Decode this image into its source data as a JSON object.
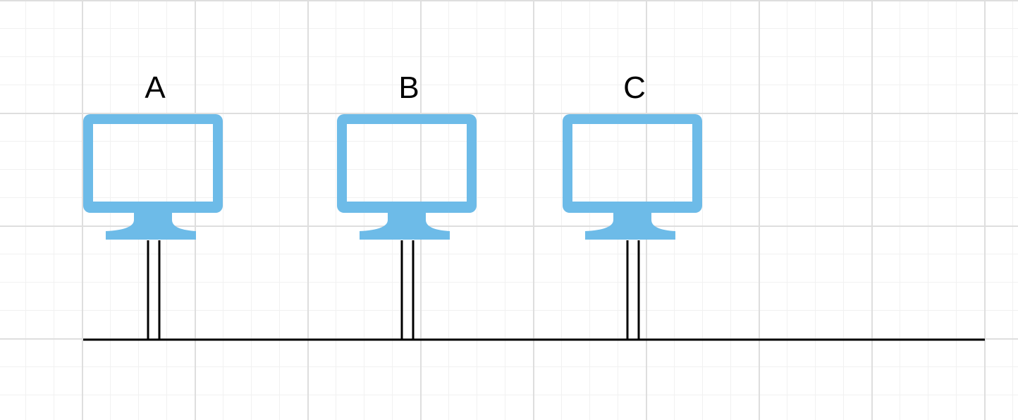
{
  "diagram": {
    "nodes": [
      {
        "id": "A",
        "label": "A",
        "icon": "monitor-icon"
      },
      {
        "id": "B",
        "label": "B",
        "icon": "monitor-icon"
      },
      {
        "id": "C",
        "label": "C",
        "icon": "monitor-icon"
      }
    ],
    "connections": [
      {
        "from": "A",
        "to": "bus",
        "style": "double-line"
      },
      {
        "from": "B",
        "to": "bus",
        "style": "double-line"
      },
      {
        "from": "C",
        "to": "bus",
        "style": "double-line"
      }
    ],
    "bus": {
      "style": "solid-line"
    },
    "colors": {
      "monitor": "#6dbbe8",
      "line": "#000000",
      "grid_major": "#dedede",
      "grid_minor": "#f1f1f1"
    }
  }
}
